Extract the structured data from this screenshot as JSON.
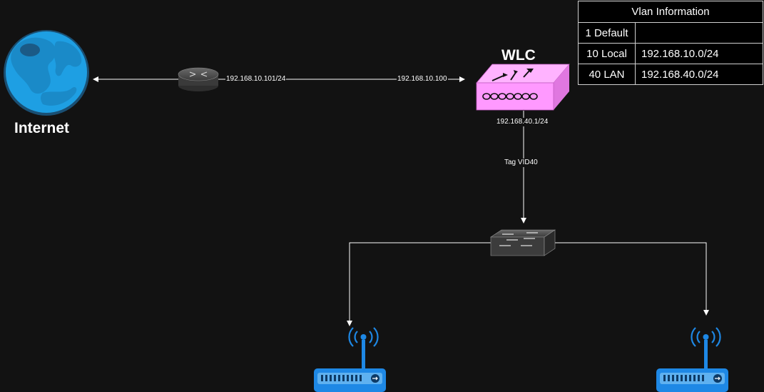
{
  "nodes": {
    "internet_label": "Internet",
    "wlc_label": "WLC"
  },
  "links": {
    "router_internet_ip": "192.168.10.101/24",
    "wlc_uplink_ip": "192.168.10.100",
    "wlc_downlink_ip": "192.168.40.1/24",
    "trunk_tag": "Tag VID40"
  },
  "vlan_table": {
    "title": "Vlan Information",
    "rows": [
      {
        "id": "1 Default",
        "subnet": ""
      },
      {
        "id": "10 Local",
        "subnet": "192.168.10.0/24"
      },
      {
        "id": "40 LAN",
        "subnet": "192.168.40.0/24"
      }
    ]
  },
  "colors": {
    "background": "#121212",
    "globe": "#1ba1e2",
    "wlc": "#ff99ff",
    "access_point": "#1e88e5",
    "device_gray": "#555555"
  },
  "icons": [
    "globe-icon",
    "router-icon",
    "wlc-icon",
    "switch-icon",
    "access-point-icon"
  ]
}
